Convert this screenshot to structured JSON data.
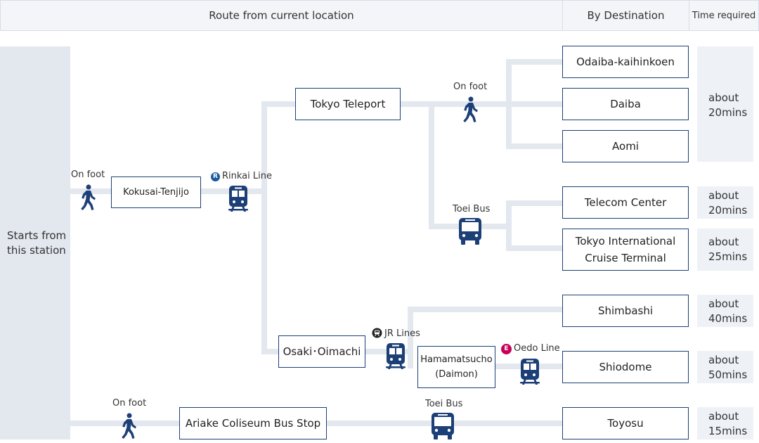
{
  "headers": {
    "route": "Route from current location",
    "destination": "By Destination",
    "time": "Time required"
  },
  "start": {
    "line1": "Starts from",
    "line2": "this station"
  },
  "stations": {
    "kokusai_tenjijo": "Kokusai-Tenjijo",
    "tokyo_teleport": "Tokyo Teleport",
    "osaki_oimachi": "Osaki･Oimachi",
    "hamamatsucho_1": "Hamamatsucho",
    "hamamatsucho_2": "(Daimon)",
    "ariake": "Ariake Coliseum Bus Stop"
  },
  "destinations": {
    "odaiba": "Odaiba-kaihinkoen",
    "daiba": "Daiba",
    "aomi": "Aomi",
    "telecom": "Telecom Center",
    "cruise_1": "Tokyo International",
    "cruise_2": "Cruise Terminal",
    "shimbashi": "Shimbashi",
    "shiodome": "Shiodome",
    "toyosu": "Toyosu"
  },
  "times": {
    "t1": {
      "a": "about",
      "b": "20mins"
    },
    "t2": {
      "a": "about",
      "b": "20mins"
    },
    "t3": {
      "a": "about",
      "b": "25mins"
    },
    "t4": {
      "a": "about",
      "b": "40mins"
    },
    "t5": {
      "a": "about",
      "b": "50mins"
    },
    "t6": {
      "a": "about",
      "b": "15mins"
    }
  },
  "modes": {
    "on_foot_1": "On foot",
    "rinkai": "Rinkai Line",
    "rinkai_badge": "R",
    "on_foot_2": "On foot",
    "toei_bus_1": "Toei Bus",
    "jr": "JR Lines",
    "oedo": "Oedo Line",
    "oedo_badge": "E",
    "on_foot_3": "On foot",
    "toei_bus_2": "Toei Bus"
  },
  "colors": {
    "box_border": "#1c3f77",
    "icon": "#1c3f77",
    "rail": "#e3e7ee",
    "oedo": "#c8005a",
    "rinkai": "#1c5a9e"
  },
  "icons": [
    "walking-person-icon",
    "train-icon",
    "bus-icon",
    "jr-logo-icon",
    "rinkai-line-icon",
    "oedo-line-icon"
  ]
}
